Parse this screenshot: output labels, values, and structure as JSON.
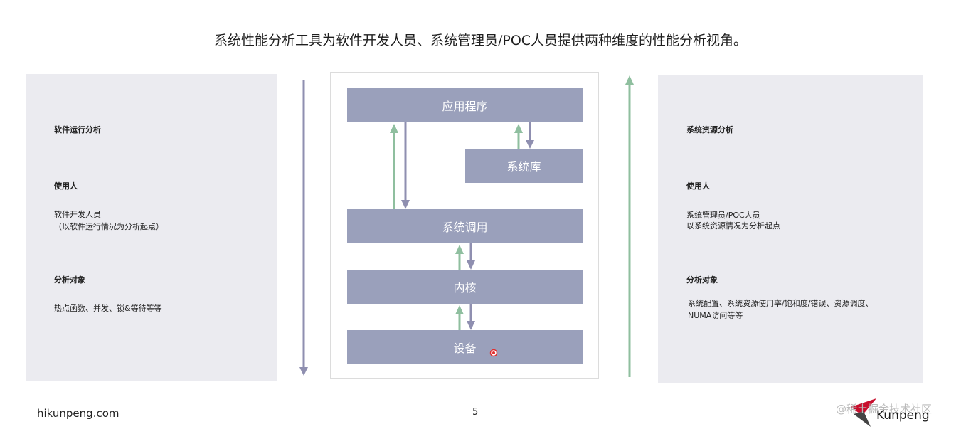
{
  "title": "系统性能分析工具为软件开发人员、系统管理员/POC人员提供两种维度的性能分析视角。",
  "left_panel": {
    "heading": "软件运行分析",
    "user_label": "使用人",
    "user_line1": "软件开发人员",
    "user_line2": "（以软件运行情况为分析起点）",
    "target_label": "分析对象",
    "target_text": "热点函数、并发、锁&等待等等"
  },
  "right_panel": {
    "heading": "系统资源分析",
    "user_label": "使用人",
    "user_line1": "系统管理员/POC人员",
    "user_line2": "以系统资源情况为分析起点",
    "target_label": "分析对象",
    "target_line1": "系统配置、系统资源使用率/饱和度/错误、资源调度、",
    "target_line2": "NUMA访问等等"
  },
  "diagram": {
    "layers": {
      "app": "应用程序",
      "syslib": "系统库",
      "syscall": "系统调用",
      "kernel": "内核",
      "device": "设备"
    }
  },
  "colors": {
    "layer_fill": "#9aa0bb",
    "down_arrow": "#8f8fb0",
    "up_arrow": "#8fbf9f",
    "panel_bg": "#ebebf0"
  },
  "footer": {
    "site": "hikunpeng.com",
    "page": "5",
    "logo": "Kunpeng",
    "watermark": "@稀土掘金技术社区"
  }
}
